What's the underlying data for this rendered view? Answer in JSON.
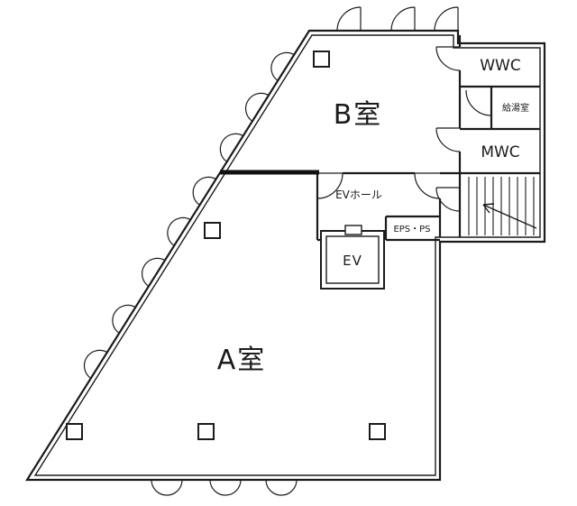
{
  "floor_plan": {
    "rooms": {
      "room_a": "A室",
      "room_b": "B室",
      "wwc": "WWC",
      "kitchenette": "給湯室",
      "mwc": "MWC",
      "ev_hall": "EVホール",
      "elevator": "EV",
      "eps_ps": "EPS・PS"
    },
    "colors": {
      "wall": "#1b1b1b",
      "background": "#ffffff"
    }
  }
}
